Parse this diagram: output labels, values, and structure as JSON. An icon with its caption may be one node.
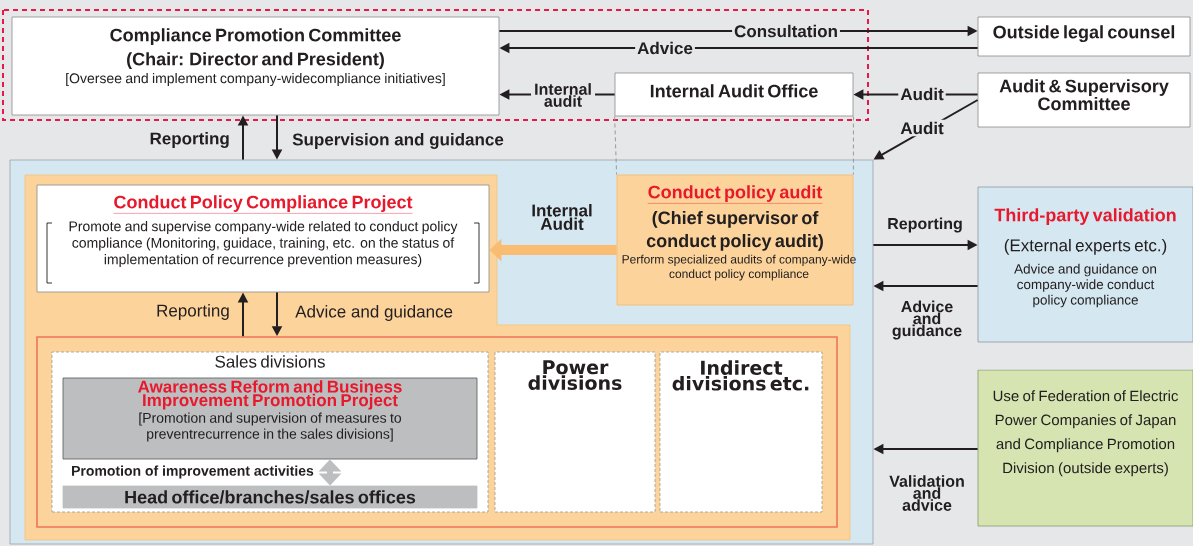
{
  "diagram": {
    "nodes": [
      {
        "text": [
          "Compliance Promotion Committee (Chair: Director and President)",
          "[Oversee and implement company-widecompliance initiatives]"
        ]
      },
      {
        "text": [
          "Outside legal counsel"
        ]
      },
      {
        "text": [
          "Internal Audit Office"
        ]
      },
      {
        "text": [
          "Audit & Supervisory Committee"
        ]
      },
      {
        "text": [],
        "shape": "box"
      },
      {
        "text": [
          "Conduct Policy Compliance Project",
          "Promote and supervise company-wide related to conduct policy compliance (Monitoring, guidace, training, etc. on the status of implementation of recurrence prevention measures)"
        ],
        "in": 4
      },
      {
        "text": [
          "Conduct policy audit",
          "(Chief supervisor of conduct policy audit)",
          "Perform specialized audits of company-wide conduct policy compliance"
        ],
        "in": 4
      },
      {
        "text": [],
        "shape": "box",
        "in": 4
      },
      {
        "text": [
          "Sales divisions"
        ],
        "in": 7
      },
      {
        "text": [
          "Awareness Reform and Business Improvement Promotion Project",
          "[Promotion and supervision of measures to preventrecurrence in the sales divisions]"
        ],
        "in": 8
      },
      {
        "text": [
          "Head office/branches/sales offices"
        ],
        "in": 8
      },
      {
        "text": [
          "Power divisions"
        ],
        "in": 7
      },
      {
        "text": [
          "Indirect divisions etc."
        ],
        "in": 7
      },
      {
        "text": [
          "Third-party validation",
          "(External experts etc.)",
          "Advice and guidance on company-wide conduct policy compliance"
        ]
      },
      {
        "text": [
          "Use of Federation of Electric Power Companies of Japan and Compliance Promotion Division (outside experts)"
        ]
      }
    ],
    "edges": [
      {
        "from": 0,
        "to": 1,
        "arrow": "to",
        "label": "Consultation"
      },
      {
        "from": 1,
        "to": 0,
        "arrow": "to",
        "label": "Advice"
      },
      {
        "from": 2,
        "to": 0,
        "arrow": "to",
        "label": "Internal audit"
      },
      {
        "from": 3,
        "to": 2,
        "arrow": "to",
        "label": "Audit"
      },
      {
        "from": 3,
        "to": 4,
        "arrow": "to",
        "label": "Audit"
      },
      {
        "from": 4,
        "to": 0,
        "arrow": "to",
        "label": "Reporting"
      },
      {
        "from": 0,
        "to": 4,
        "arrow": "to",
        "label": "Supervision and guidance"
      },
      {
        "from": 6,
        "to": 5,
        "arrow": "to",
        "label": "Internal Audit",
        "style": "thick",
        "color": "#f9bc70"
      },
      {
        "from": 7,
        "to": 5,
        "arrow": "to",
        "label": "Reporting"
      },
      {
        "from": 5,
        "to": 7,
        "arrow": "to",
        "label": "Advice and guidance"
      },
      {
        "from": 4,
        "to": 13,
        "arrow": "to",
        "label": "Reporting"
      },
      {
        "from": 13,
        "to": 4,
        "arrow": "to",
        "label": "Advice and guidance"
      },
      {
        "from": 14,
        "to": 4,
        "arrow": "to",
        "label": "Validation and advice"
      },
      {
        "from": 10,
        "to": 9,
        "arrow": "both",
        "label": "Promotion of improvement activities",
        "style": "thick",
        "color": "#bcbec0"
      },
      {
        "from": 2,
        "to": 6,
        "arrow": "none",
        "style": "dashed",
        "color": "#9a9a9a"
      }
    ]
  }
}
